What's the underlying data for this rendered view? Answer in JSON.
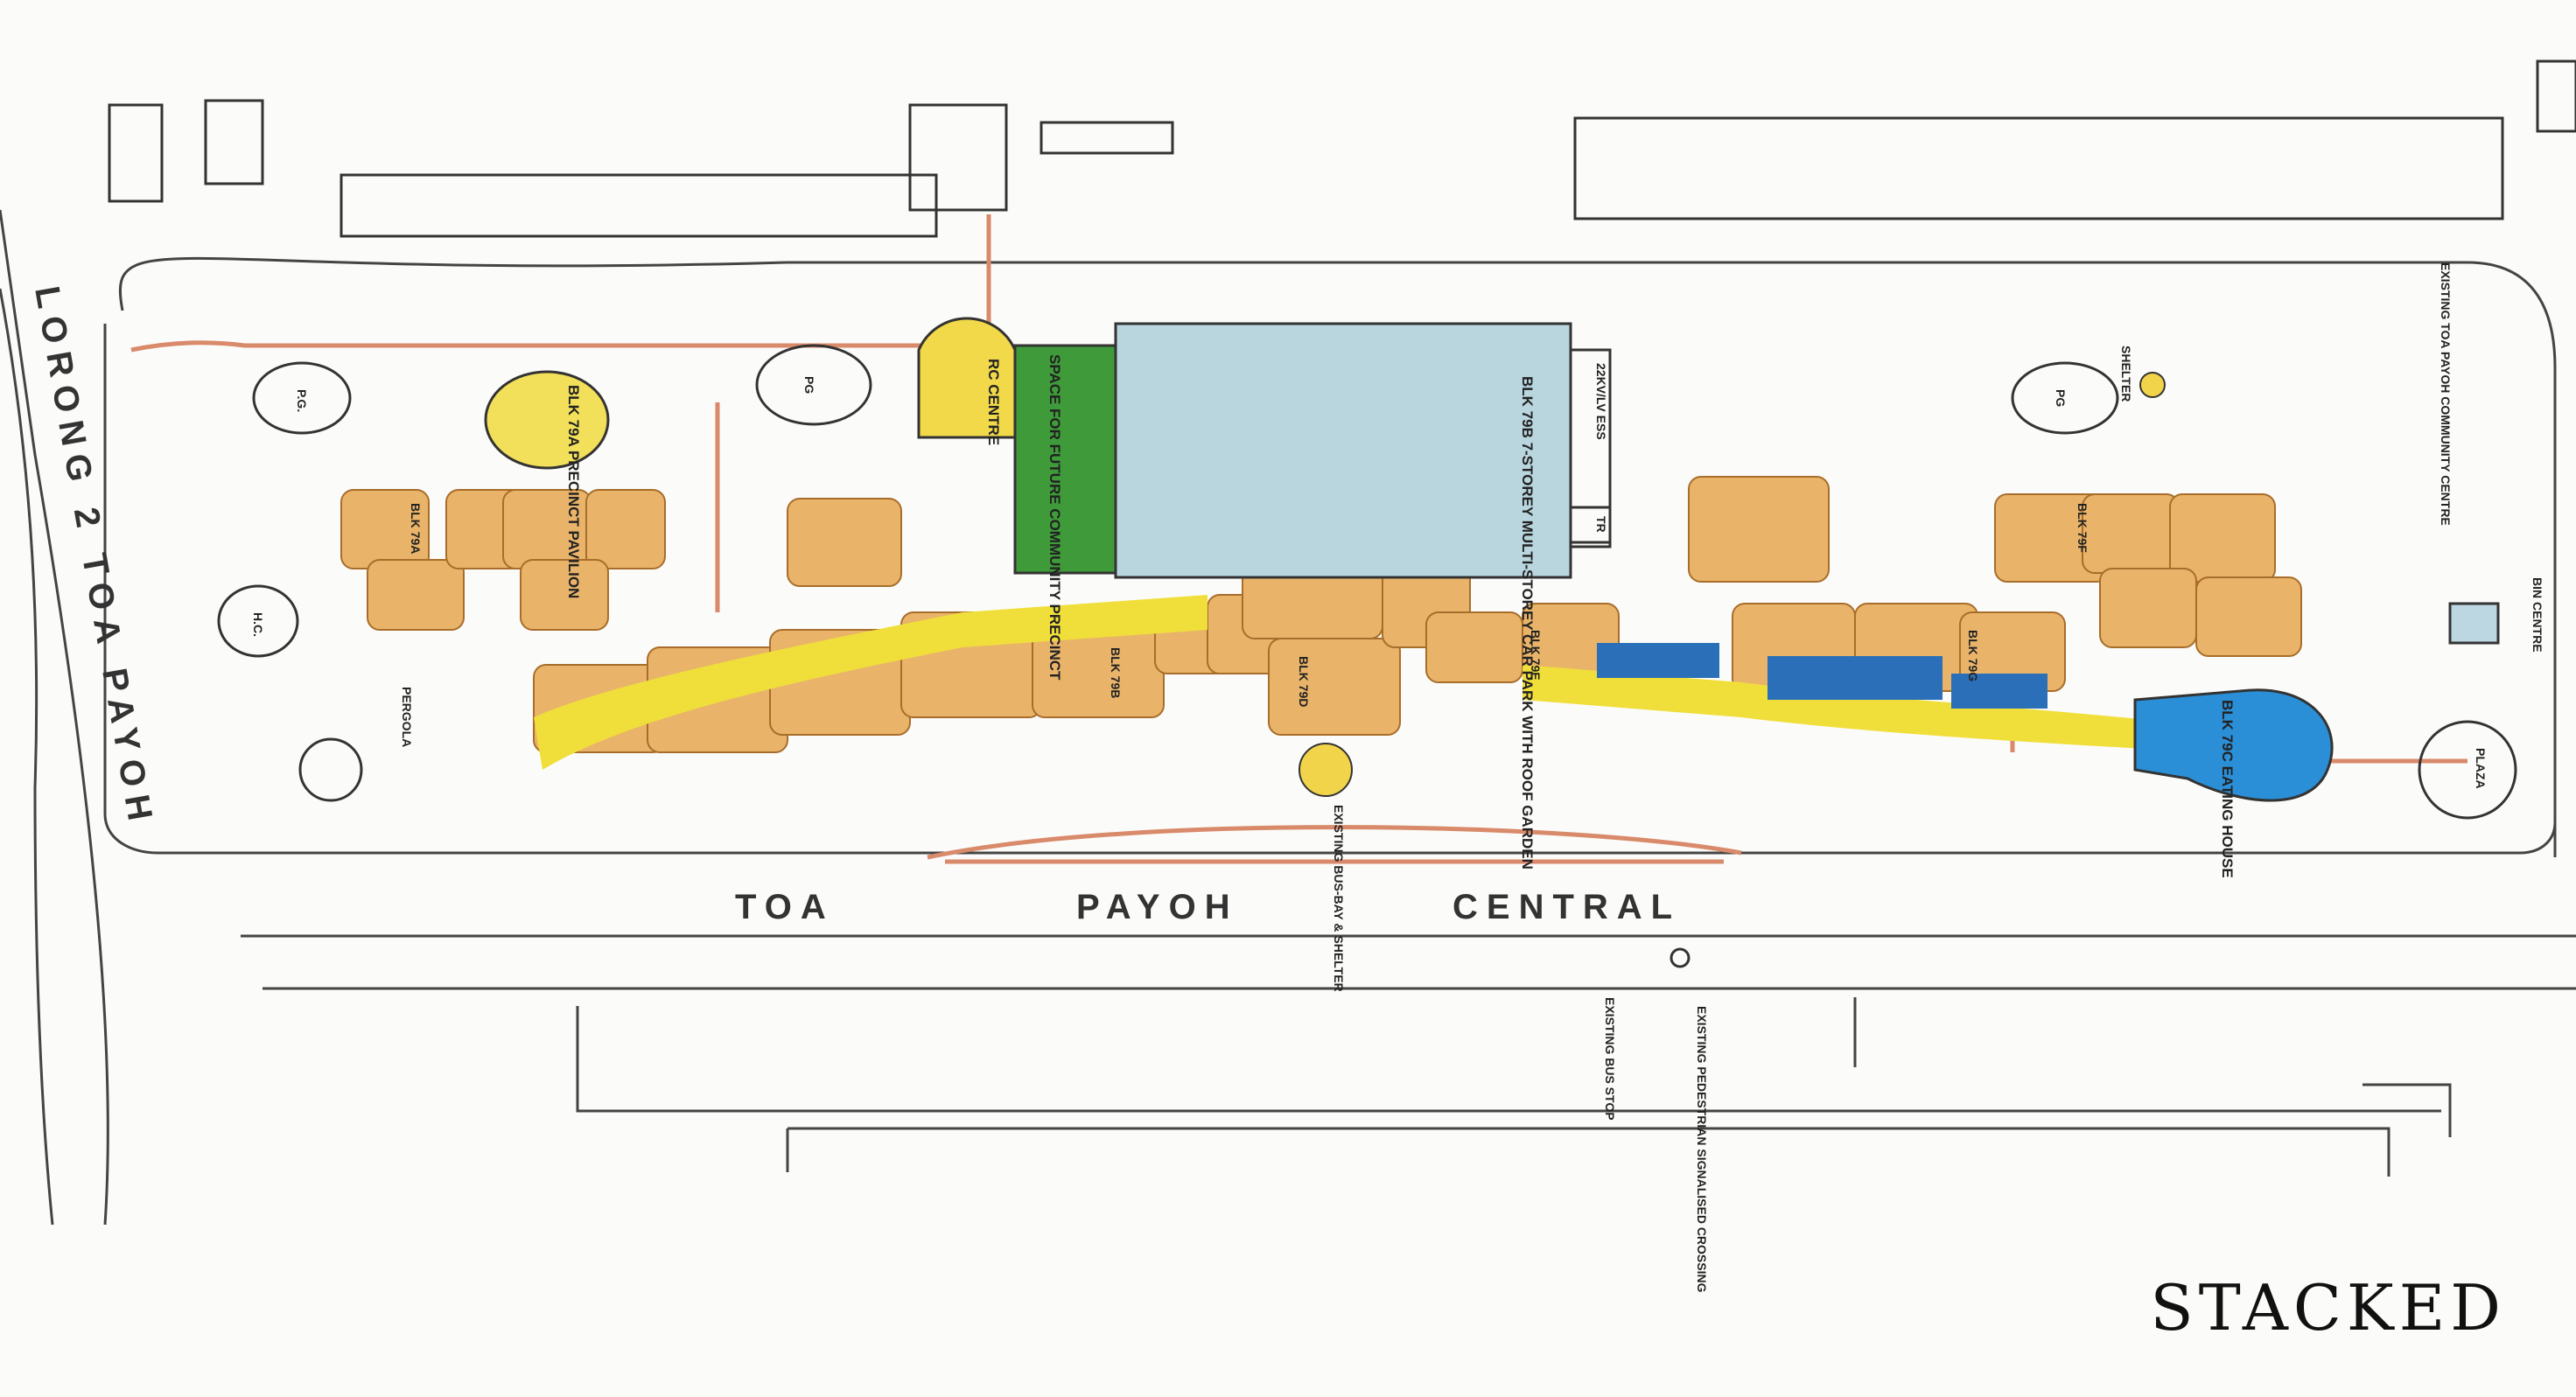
{
  "map": {
    "roads": {
      "main": "TOA      PAYOH      CENTRAL",
      "main_parts": [
        "TOA",
        "PAYOH",
        "CENTRAL"
      ],
      "side": "LORONG 2 TOA PAYOH"
    },
    "facilities": {
      "precinct_pavilion": "BLK 79A PRECINCT PAVILION",
      "rc_centre": "RC CENTRE",
      "space_future": "SPACE FOR FUTURE COMMUNITY PRECINCT",
      "carpark": "BLK 79B 7-STOREY MULTI-STOREY CAR PARK WITH ROOF GARDEN",
      "substation": "22KV/LV ESS",
      "tr": "TR",
      "eating_house": "BLK 79C EATING HOUSE",
      "community_centre": "EXISTING TOA PAYOH COMMUNITY CENTRE",
      "bin_centre": "BIN CENTRE",
      "plaza": "PLAZA",
      "shelter": "SHELTER",
      "pergola": "PERGOLA",
      "pg_1": "P.G.",
      "pg_2": "PG",
      "pg_3": "PG",
      "hc": "H.C.",
      "bus_shelter": "EXISTING BUS-BAY & SHELTER",
      "bus_stop": "EXISTING BUS STOP",
      "crossing": "EXISTING PEDESTRIAN SIGNALISED CROSSING"
    },
    "blocks": {
      "blk_79a": "BLK 79A",
      "blk_79b": "BLK 79B",
      "blk_79d": "BLK 79D",
      "blk_79e": "BLK 79E",
      "blk_79f": "BLK 79F",
      "blk_79g": "BLK 79G"
    },
    "colors": {
      "block_fill": "#e9b46a",
      "corridor": "#f0df3a",
      "carpark": "#b9d6df",
      "green_space": "#3f9b3a",
      "eating_house": "#2a8fd6",
      "footpath": "#d98a6a"
    }
  },
  "watermark": "STACKED"
}
